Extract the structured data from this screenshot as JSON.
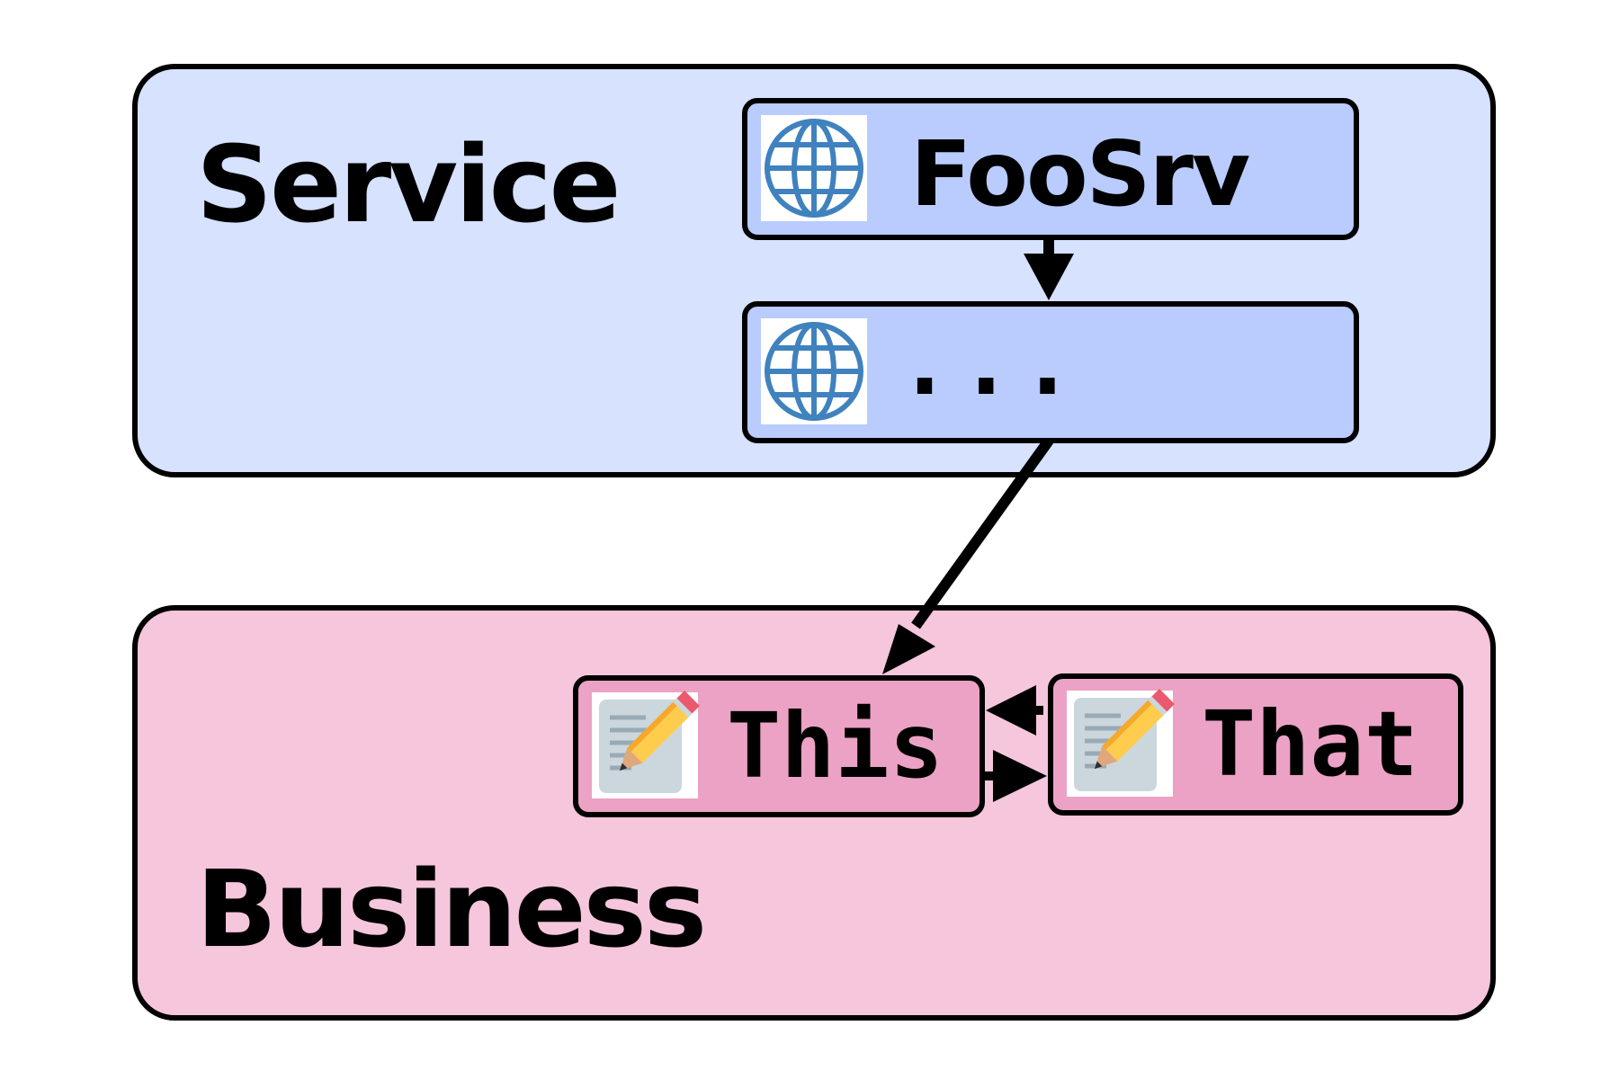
{
  "groups": {
    "service": {
      "title": "Service",
      "fill": "#d6e2fe",
      "stroke": "#000000"
    },
    "business": {
      "title": "Business",
      "fill": "#f5c6dc",
      "stroke": "#000000"
    }
  },
  "nodes": {
    "foosrv": {
      "label": "FooSrv",
      "icon": "globe-icon",
      "fill": "#bacbfd"
    },
    "ellipsis": {
      "label": "...",
      "icon": "globe-icon",
      "fill": "#bacbfd"
    },
    "this": {
      "label": "This",
      "icon": "memo-icon",
      "fill": "#eca2c4"
    },
    "that": {
      "label": "That",
      "icon": "memo-icon",
      "fill": "#eca2c4"
    }
  },
  "edges": [
    {
      "from": "FooSrv",
      "to": "..."
    },
    {
      "from": "...",
      "to": "This"
    },
    {
      "from": "This",
      "to": "That"
    },
    {
      "from": "That",
      "to": "This"
    }
  ],
  "colors": {
    "globe": "#3f82be",
    "edge": "#000000"
  }
}
